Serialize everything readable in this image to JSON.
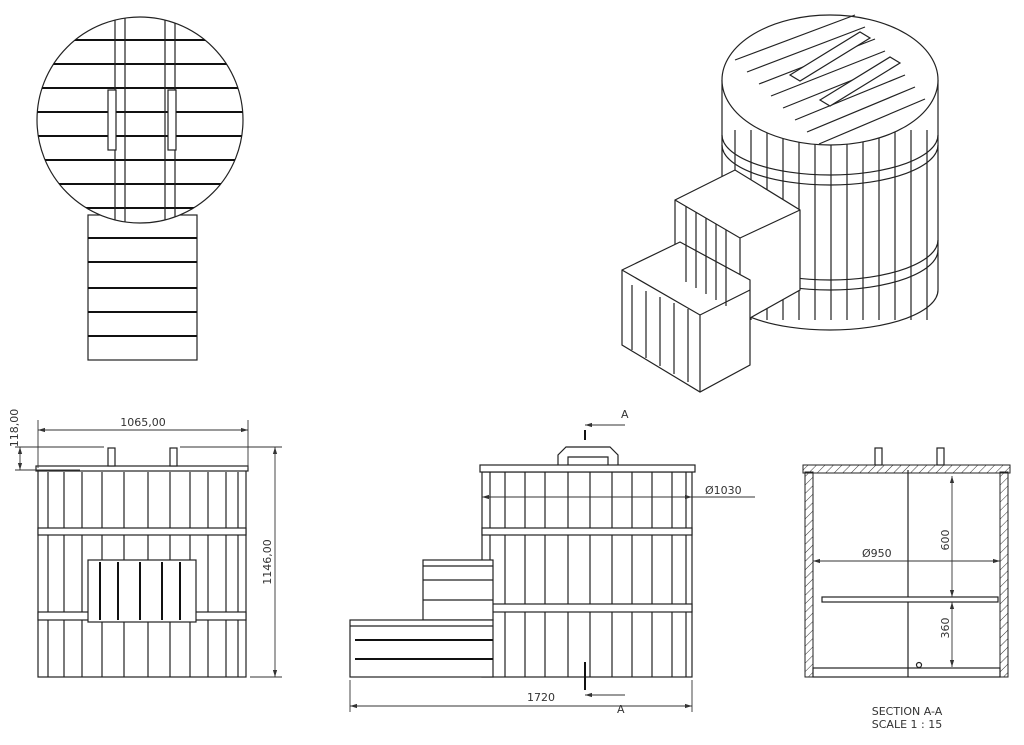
{
  "front_view": {
    "width_dim": "1065,00",
    "lid_height_dim": "118,00",
    "total_height_dim": "1146,00"
  },
  "side_view": {
    "section_mark_top": "A",
    "section_mark_bottom": "A",
    "diameter_dim": "Ø1030",
    "length_dim": "1720"
  },
  "section_view": {
    "inner_diameter_dim": "Ø950",
    "upper_height_dim": "600",
    "lower_height_dim": "360",
    "title": "SECTION A-A",
    "scale": "SCALE 1 : 15"
  }
}
